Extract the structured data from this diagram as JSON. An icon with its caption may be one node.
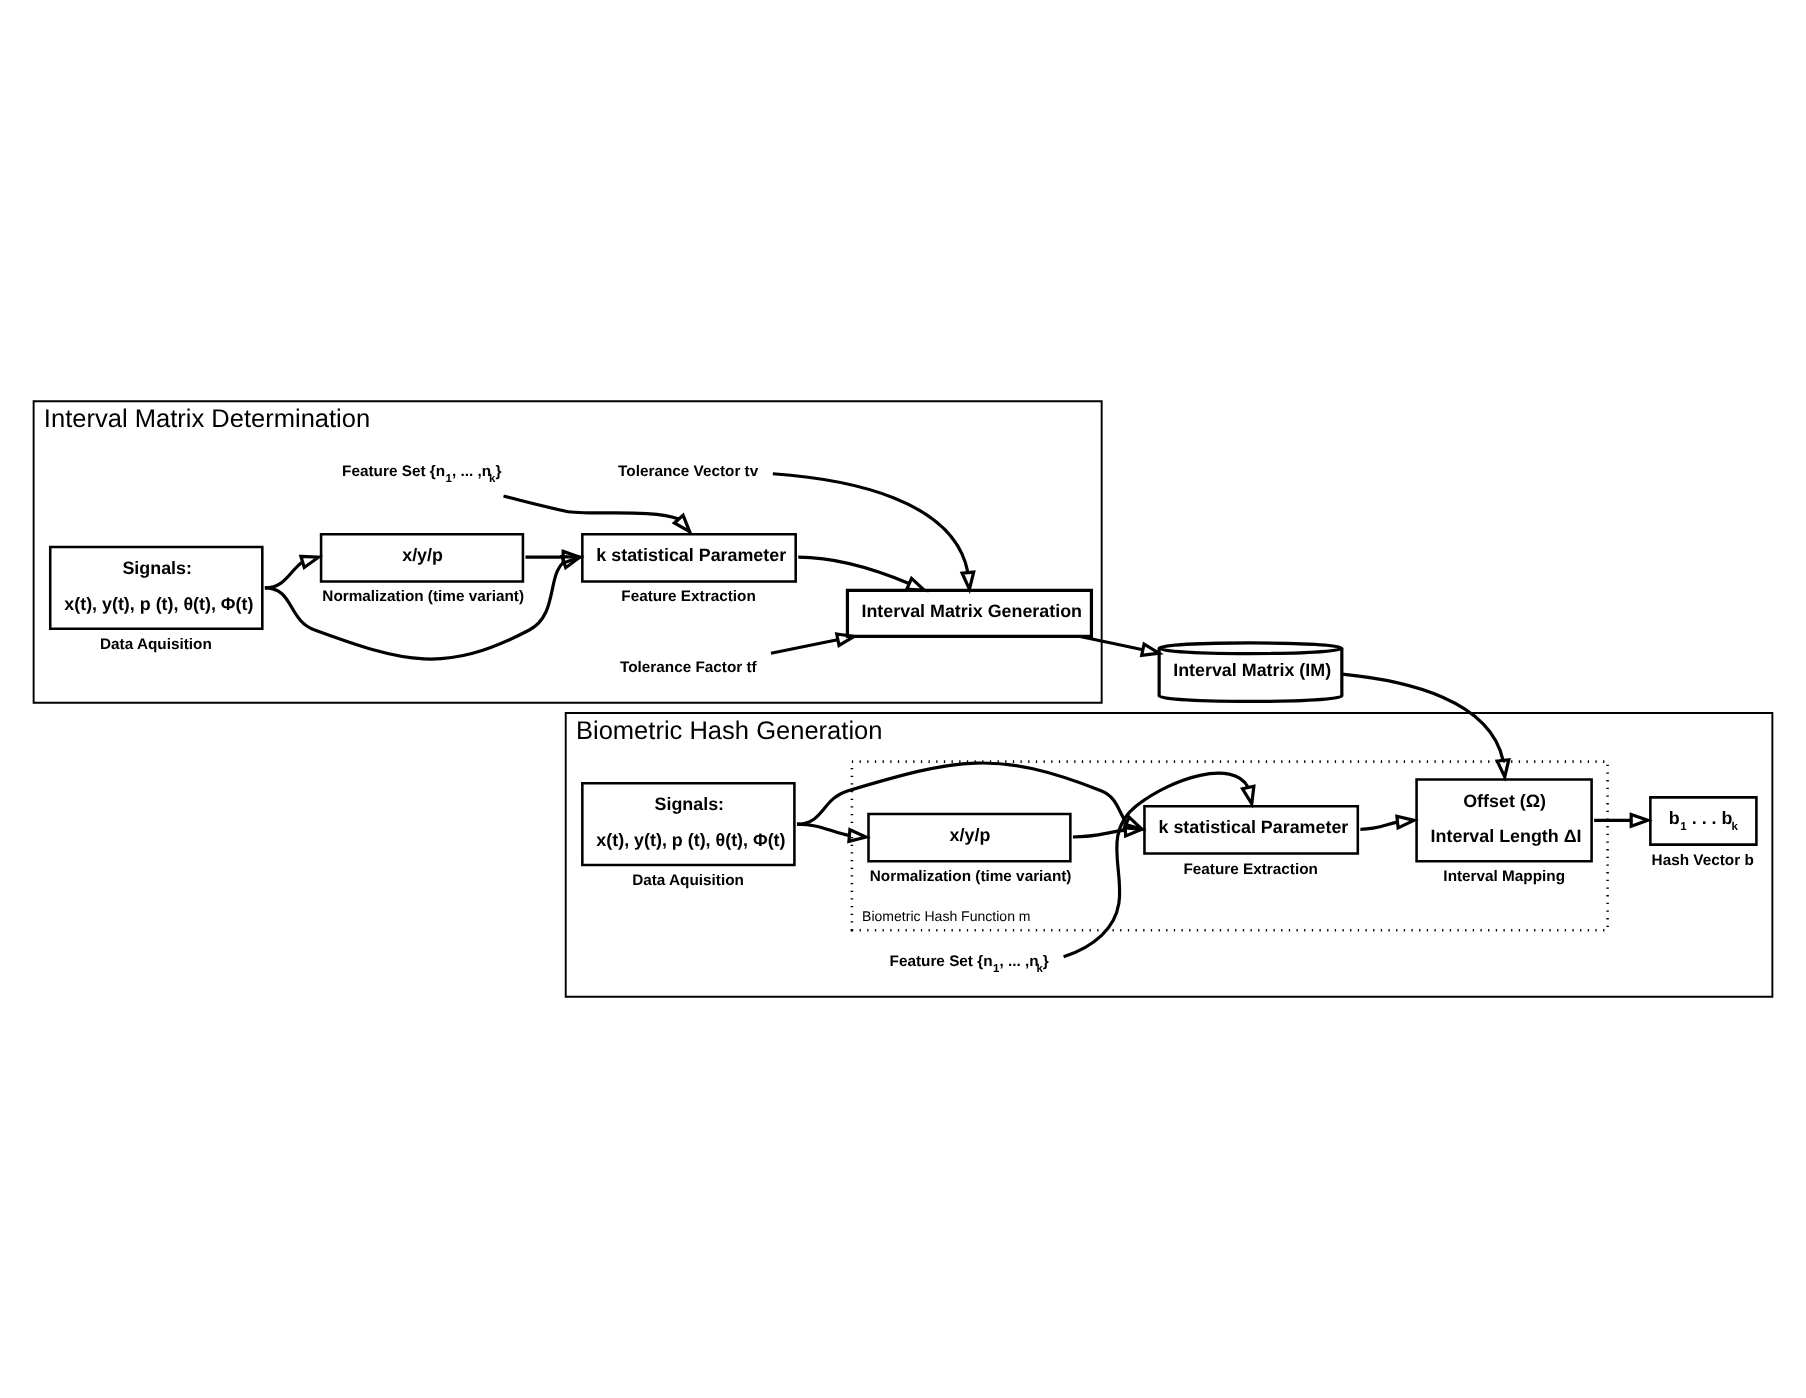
{
  "diagram": {
    "nodes": [
      {
        "text": [
          "Interval Matrix Determination"
        ]
      },
      {
        "text": [
          "Signals:",
          "x(t), y(t), p (t), θ(t), Φ(t)"
        ],
        "in": 0,
        "beside": [
          "Data Aquisition"
        ]
      },
      {
        "text": [
          "x/y/p"
        ],
        "in": 0,
        "beside": [
          "Normalization (time variant)"
        ]
      },
      {
        "text": [
          "k statistical Parameter"
        ],
        "in": 0,
        "beside": [
          "Feature Extraction"
        ]
      },
      {
        "text": [
          "Interval Matrix Generation"
        ],
        "in": 0
      },
      {
        "text": [
          "Feature Set {n$_{1}$, ... ,n$_{k}$}"
        ],
        "in": 0
      },
      {
        "text": [
          "Tolerance Vector tv"
        ],
        "in": 0
      },
      {
        "text": [
          "Tolerance Factor tf"
        ],
        "in": 0
      },
      {
        "text": [
          "Interval Matrix (IM)"
        ]
      },
      {
        "text": [
          "Biometric Hash Generation"
        ]
      },
      {
        "text": [
          "Signals:",
          "x(t), y(t), p (t), θ(t), Φ(t)"
        ],
        "in": 9,
        "beside": [
          "Data Aquisition"
        ]
      },
      {
        "text": [
          "Biometric Hash Function m"
        ],
        "in": 9
      },
      {
        "text": [
          "x/y/p"
        ],
        "in": 11,
        "beside": [
          "Normalization (time variant)"
        ]
      },
      {
        "text": [
          "k statistical Parameter"
        ],
        "in": 11,
        "beside": [
          "Feature Extraction"
        ]
      },
      {
        "text": [
          "Offset (Ω)",
          "Interval Length ΔI"
        ],
        "in": 11,
        "beside": [
          "Interval Mapping"
        ]
      },
      {
        "text": [
          "Feature Set {n$_{1}$, ... ,n$_{k}$}"
        ],
        "in": 9
      },
      {
        "text": [
          "b$_{1}$ . . . b$_{k}$"
        ],
        "in": 9,
        "beside": [
          "Hash Vector b"
        ]
      }
    ],
    "edges": [
      {
        "from": 1,
        "to": 2,
        "arrow": "to"
      },
      {
        "from": 1,
        "to": 3,
        "arrow": "to"
      },
      {
        "from": 2,
        "to": 3,
        "arrow": "to"
      },
      {
        "from": 5,
        "to": 3,
        "arrow": "to"
      },
      {
        "from": 3,
        "to": 4,
        "arrow": "to"
      },
      {
        "from": 6,
        "to": 4,
        "arrow": "to"
      },
      {
        "from": 7,
        "to": 4,
        "arrow": "to"
      },
      {
        "from": 4,
        "to": 8,
        "arrow": "to"
      },
      {
        "from": 10,
        "to": 12,
        "arrow": "to"
      },
      {
        "from": 10,
        "to": 13,
        "arrow": "to"
      },
      {
        "from": 12,
        "to": 13,
        "arrow": "to"
      },
      {
        "from": 15,
        "to": 13,
        "arrow": "to"
      },
      {
        "from": 13,
        "to": 14,
        "arrow": "to"
      },
      {
        "from": 8,
        "to": 14,
        "arrow": "to"
      },
      {
        "from": 14,
        "to": 16,
        "arrow": "to"
      }
    ]
  }
}
